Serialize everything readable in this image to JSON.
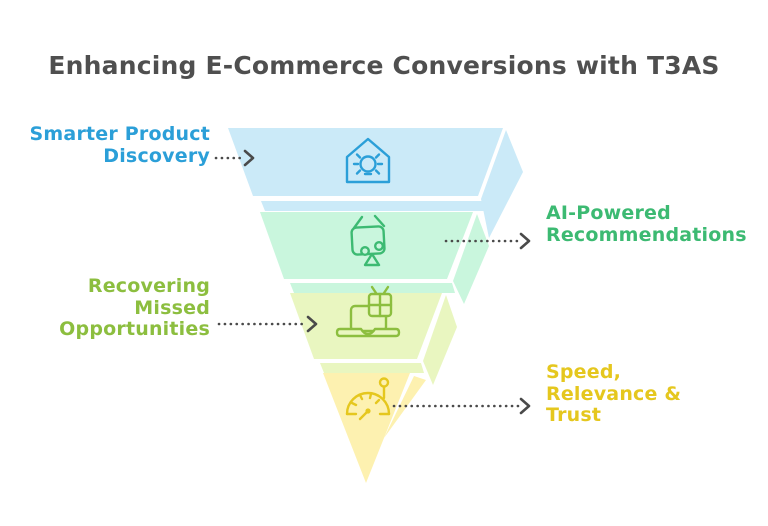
{
  "title": "Enhancing E-Commerce Conversions with T3AS",
  "levels": [
    {
      "label": "Smarter Product\nDiscovery",
      "side": "left",
      "icon": "house-lightbulb-icon",
      "fill": "#cbeaf8",
      "accent": "#2b9fd8"
    },
    {
      "label": "AI-Powered\nRecommendations",
      "side": "right",
      "icon": "shopping-basket-icon",
      "fill": "#c9f6dd",
      "accent": "#3cba72"
    },
    {
      "label": "Recovering\nMissed\nOpportunities",
      "side": "left",
      "icon": "laptop-gift-icon",
      "fill": "#e9f6c0",
      "accent": "#8cbe3f"
    },
    {
      "label": "Speed,\nRelevance &\nTrust",
      "side": "right",
      "icon": "speedometer-icon",
      "fill": "#fdf1b0",
      "accent": "#e5c71e"
    }
  ],
  "colors": {
    "background": "#ffffff",
    "title_text": "#4f4f4f",
    "arrow": "#4a4a4a",
    "level1_fill": "#cbeaf8",
    "level1_accent": "#2b9fd8",
    "level2_fill": "#c9f6dd",
    "level2_accent": "#3cba72",
    "level3_fill": "#e9f6c0",
    "level3_accent": "#8cbe3f",
    "level4_fill": "#fdf1b0",
    "level4_accent": "#e5c71e"
  }
}
